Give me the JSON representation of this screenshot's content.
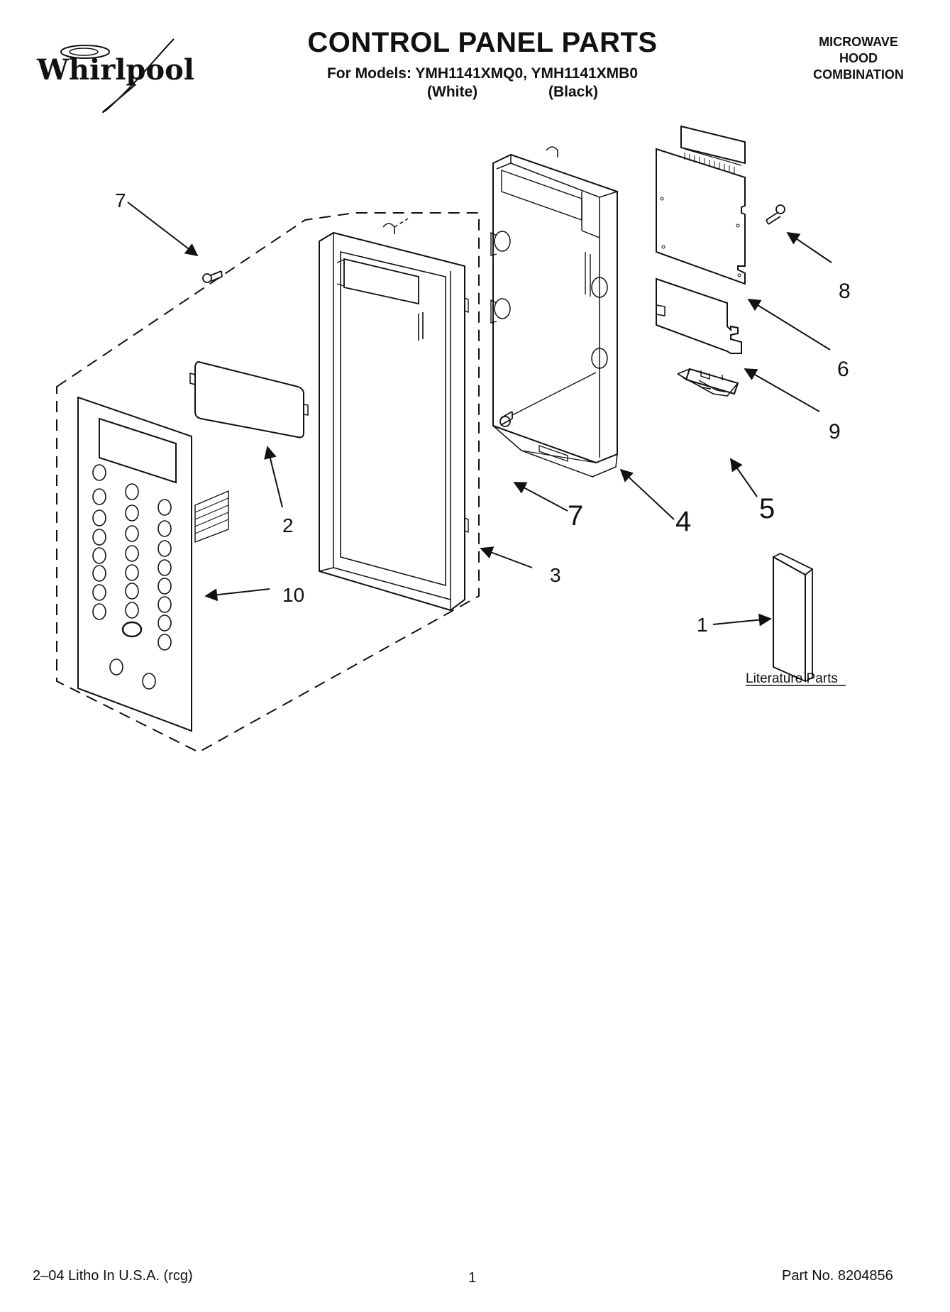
{
  "brand": "Whirlpool",
  "header": {
    "title": "CONTROL PANEL PARTS",
    "models_line": "For Models: YMH1141XMQ0, YMH1141XMB0",
    "variant_white": "(White)",
    "variant_black": "(Black)",
    "category_lines": [
      "MICROWAVE",
      "HOOD",
      "COMBINATION"
    ]
  },
  "callouts": {
    "c1": "1",
    "c2": "2",
    "c3": "3",
    "c4": "4",
    "c5": "5",
    "c6": "6",
    "c7a": "7",
    "c7b": "7",
    "c8": "8",
    "c9": "9",
    "c10": "10"
  },
  "literature_label": "Literature Parts",
  "footer": {
    "litho": "2–04 Litho In U.S.A. (rcg)",
    "page": "1",
    "part_no": "Part No. 8204856"
  }
}
